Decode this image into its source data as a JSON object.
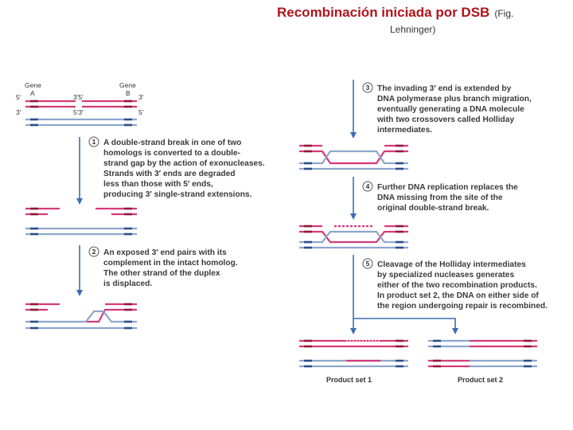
{
  "title": {
    "main": "Recombinación iniciada por DSB",
    "fig_prefix": "(Fig.",
    "fig_source": "Lehninger)"
  },
  "labels": {
    "gene_a_1": "Gene",
    "gene_a_2": "A",
    "gene_b_1": "Gene",
    "gene_b_2": "B",
    "five_prime": "5′",
    "three_prime": "3′",
    "three_five": "3′5′",
    "five_three": "5′3′"
  },
  "steps": [
    {
      "num": "1",
      "lines": [
        "A double-strand break in one of two",
        "homologs is converted to a double-",
        "strand gap by the action of exonucleases.",
        "Strands with 3′ ends are degraded",
        "less than those with 5′ ends,",
        "producing 3′ single-strand extensions."
      ]
    },
    {
      "num": "2",
      "lines": [
        "An exposed 3′ end pairs with its",
        "complement in the intact homolog.",
        "The other strand of the duplex",
        "is displaced."
      ]
    },
    {
      "num": "3",
      "lines": [
        "The invading 3′ end is extended by",
        "DNA polymerase plus branch migration,",
        "eventually generating a DNA molecule",
        "with two crossovers called Holliday",
        "intermediates."
      ]
    },
    {
      "num": "4",
      "lines": [
        "Further DNA replication replaces the",
        "DNA missing from the site of the",
        "original double-strand break."
      ]
    },
    {
      "num": "5",
      "lines": [
        "Cleavage of the Holliday intermediates",
        "by specialized nucleases generates",
        "either of the two recombination products.",
        "In product set 2, the DNA on either side of",
        "the region undergoing repair is recombined."
      ]
    }
  ],
  "products": {
    "set1": "Product set 1",
    "set2": "Product set 2"
  },
  "colors": {
    "pink": "#d6397a",
    "blue": "#8fa6cc",
    "dark_red": "#8c1c3c",
    "dark_blue": "#2a4f8a",
    "arrow": "#3d6db5"
  }
}
